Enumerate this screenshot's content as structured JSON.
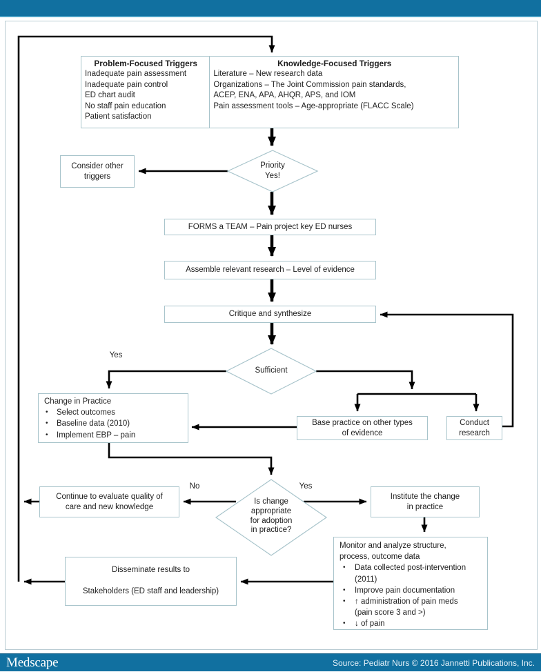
{
  "colors": {
    "bar_blue": "#1170a0",
    "bar_blue_light": "#4aa0c5",
    "box_border": "#a8c4cb",
    "frame_border": "#b9ccd3",
    "arrow": "#000000",
    "text": "#1e1e1e"
  },
  "footer": {
    "logo": "Medscape",
    "source": "Source: Pediatr Nurs © 2016 Jannetti Publications, Inc."
  },
  "flow": {
    "problem": {
      "title": "Problem-Focused Triggers",
      "lines": [
        "Inadequate pain assessment",
        "Inadequate pain control",
        "ED chart audit",
        "No staff pain education",
        "Patient satisfaction"
      ]
    },
    "knowledge": {
      "title": "Knowledge-Focused Triggers",
      "lines": [
        "Literature – New research data",
        "Organizations – The Joint Commission pain standards,",
        "ACEP, ENA, APA, AHQR, APS, and IOM",
        "Pain assessment tools – Age-appropriate (FLACC Scale)"
      ]
    },
    "consider": {
      "lines": [
        "Consider other",
        "triggers"
      ]
    },
    "priority": {
      "lines": [
        "Priority",
        "Yes!"
      ]
    },
    "forms": {
      "text": "FORMS a TEAM – Pain project key ED nurses"
    },
    "assemble": {
      "text": "Assemble relevant research – Level of evidence"
    },
    "critique": {
      "text": "Critique and synthesize"
    },
    "sufficient": {
      "text": "Sufficient"
    },
    "labels": {
      "sufficient_yes": "Yes",
      "adoption_no": "No",
      "adoption_yes": "Yes"
    },
    "change": {
      "title": "Change in Practice",
      "bullets": [
        "Select outcomes",
        "Baseline data (2010)",
        "Implement EBP – pain"
      ]
    },
    "base": {
      "lines": [
        "Base practice on other types",
        "of evidence"
      ]
    },
    "conduct": {
      "lines": [
        "Conduct",
        "research"
      ]
    },
    "adoption": {
      "lines": [
        "Is change",
        "appropriate",
        "for adoption",
        "in practice?"
      ]
    },
    "continue": {
      "lines": [
        "Continue to evaluate quality of",
        "care and new knowledge"
      ]
    },
    "institute": {
      "lines": [
        "Institute the change",
        "in practice"
      ]
    },
    "monitor": {
      "lines": [
        "Monitor and analyze structure,",
        "process, outcome data",
        "Data collected post-intervention",
        "(2011)",
        "Improve pain documentation",
        "↑ administration of pain meds",
        "(pain score 3 and >)",
        "↓ of pain"
      ]
    },
    "disseminate": {
      "lines": [
        "Disseminate results to",
        "Stakeholders (ED staff and leadership)"
      ]
    }
  }
}
